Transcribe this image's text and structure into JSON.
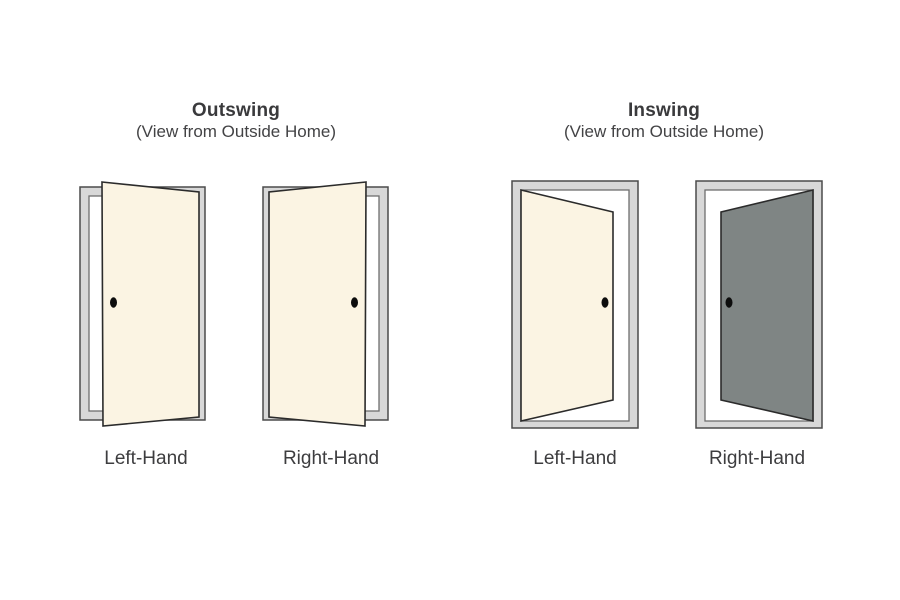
{
  "diagram": {
    "sections": [
      {
        "id": "outswing",
        "title": "Outswing",
        "subtitle": "(View from Outside Home)",
        "doors": [
          {
            "label": "Left-Hand",
            "hinge_side": "right",
            "swing": "toward-viewer",
            "panel": "cream"
          },
          {
            "label": "Right-Hand",
            "hinge_side": "left",
            "swing": "toward-viewer",
            "panel": "cream"
          }
        ]
      },
      {
        "id": "inswing",
        "title": "Inswing",
        "subtitle": "(View from Outside Home)",
        "doors": [
          {
            "label": "Left-Hand",
            "hinge_side": "left",
            "swing": "away-from-viewer",
            "panel": "cream"
          },
          {
            "label": "Right-Hand",
            "hinge_side": "right",
            "swing": "away-from-viewer",
            "panel": "gray"
          }
        ]
      }
    ],
    "colors": {
      "background": "#FFFFFF",
      "door_panel_cream": "#FBF4E3",
      "door_panel_gray": "#7F8584",
      "frame_fill": "#D8D8D8",
      "frame_outline": "#4B4B4B",
      "frame_inner_outline": "#6E6E6E",
      "door_outline": "#2B2B2B",
      "knob_black": "#0D0D0D",
      "text": "#3A3A3C"
    }
  }
}
